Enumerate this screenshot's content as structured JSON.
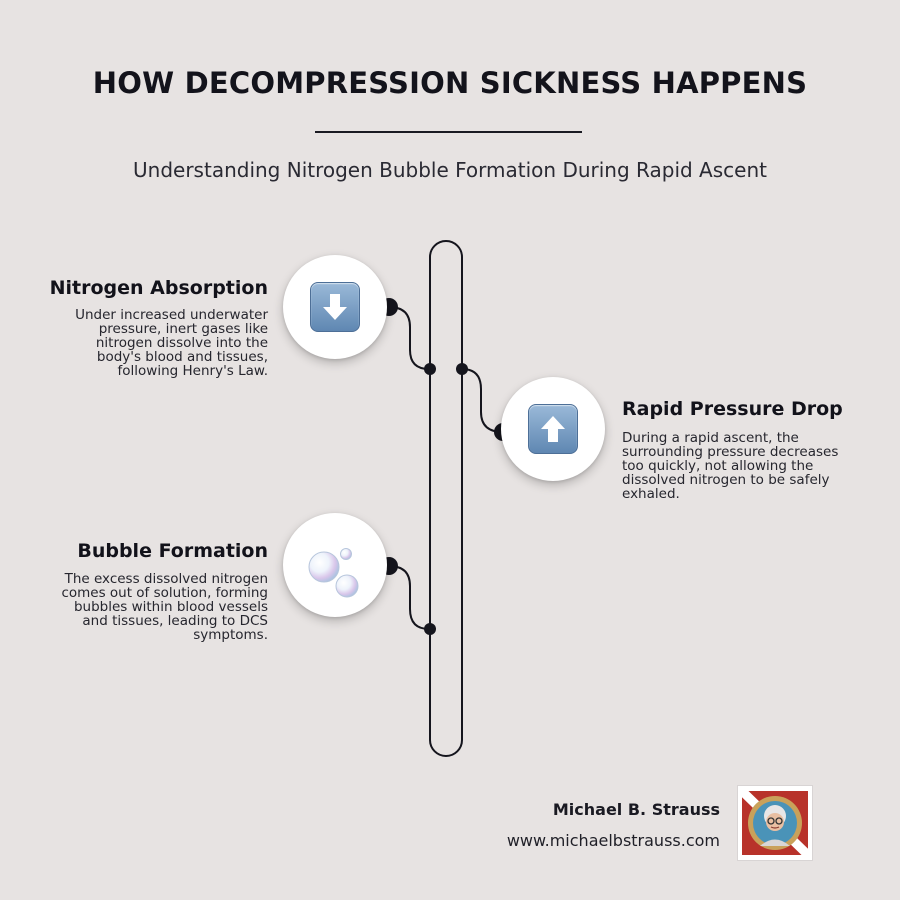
{
  "header": {
    "title": "HOW DECOMPRESSION SICKNESS HAPPENS",
    "subtitle": "Understanding Nitrogen Bubble Formation During Rapid Ascent"
  },
  "steps": [
    {
      "heading": "Nitrogen Absorption",
      "text": "Under increased underwater pressure, inert gases like nitrogen dissolve into the body's blood and tissues, following Henry's Law.",
      "icon": "down-arrow-icon",
      "side": "left"
    },
    {
      "heading": "Rapid Pressure Drop",
      "text": "During a rapid ascent, the surrounding pressure decreases too quickly, not allowing the dissolved nitrogen to be safely exhaled.",
      "icon": "up-arrow-icon",
      "side": "right"
    },
    {
      "heading": "Bubble Formation",
      "text": "The excess dissolved nitrogen comes out of solution, forming bubbles within blood vessels and tissues, leading to DCS symptoms.",
      "icon": "bubbles-icon",
      "side": "left"
    }
  ],
  "footer": {
    "author": "Michael B. Strauss",
    "url": "www.michaelbstrauss.com",
    "logo": "author-avatar-logo"
  },
  "colors": {
    "background": "#e7e3e2",
    "text": "#13131b",
    "icon_blue": "#5f87b2"
  }
}
